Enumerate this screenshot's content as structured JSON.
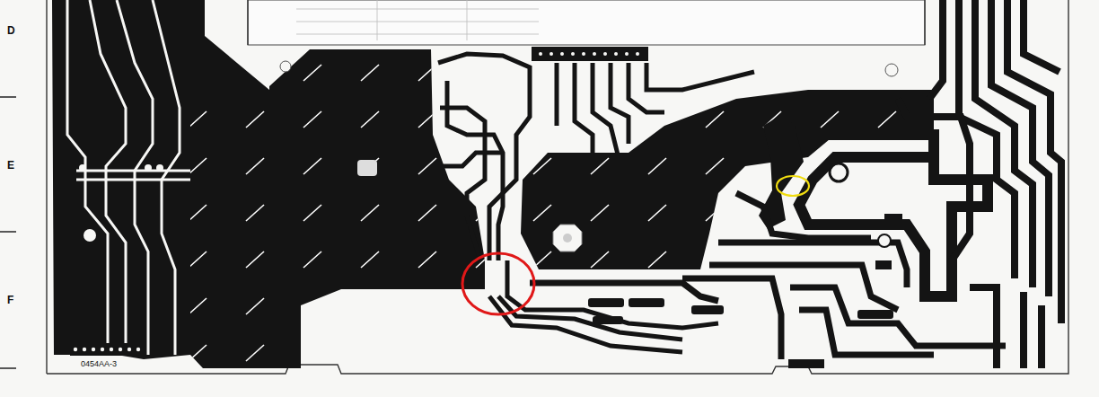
{
  "diagram": {
    "labels": [
      "D",
      "E",
      "F",
      "0454AA-3"
    ]
  }
}
